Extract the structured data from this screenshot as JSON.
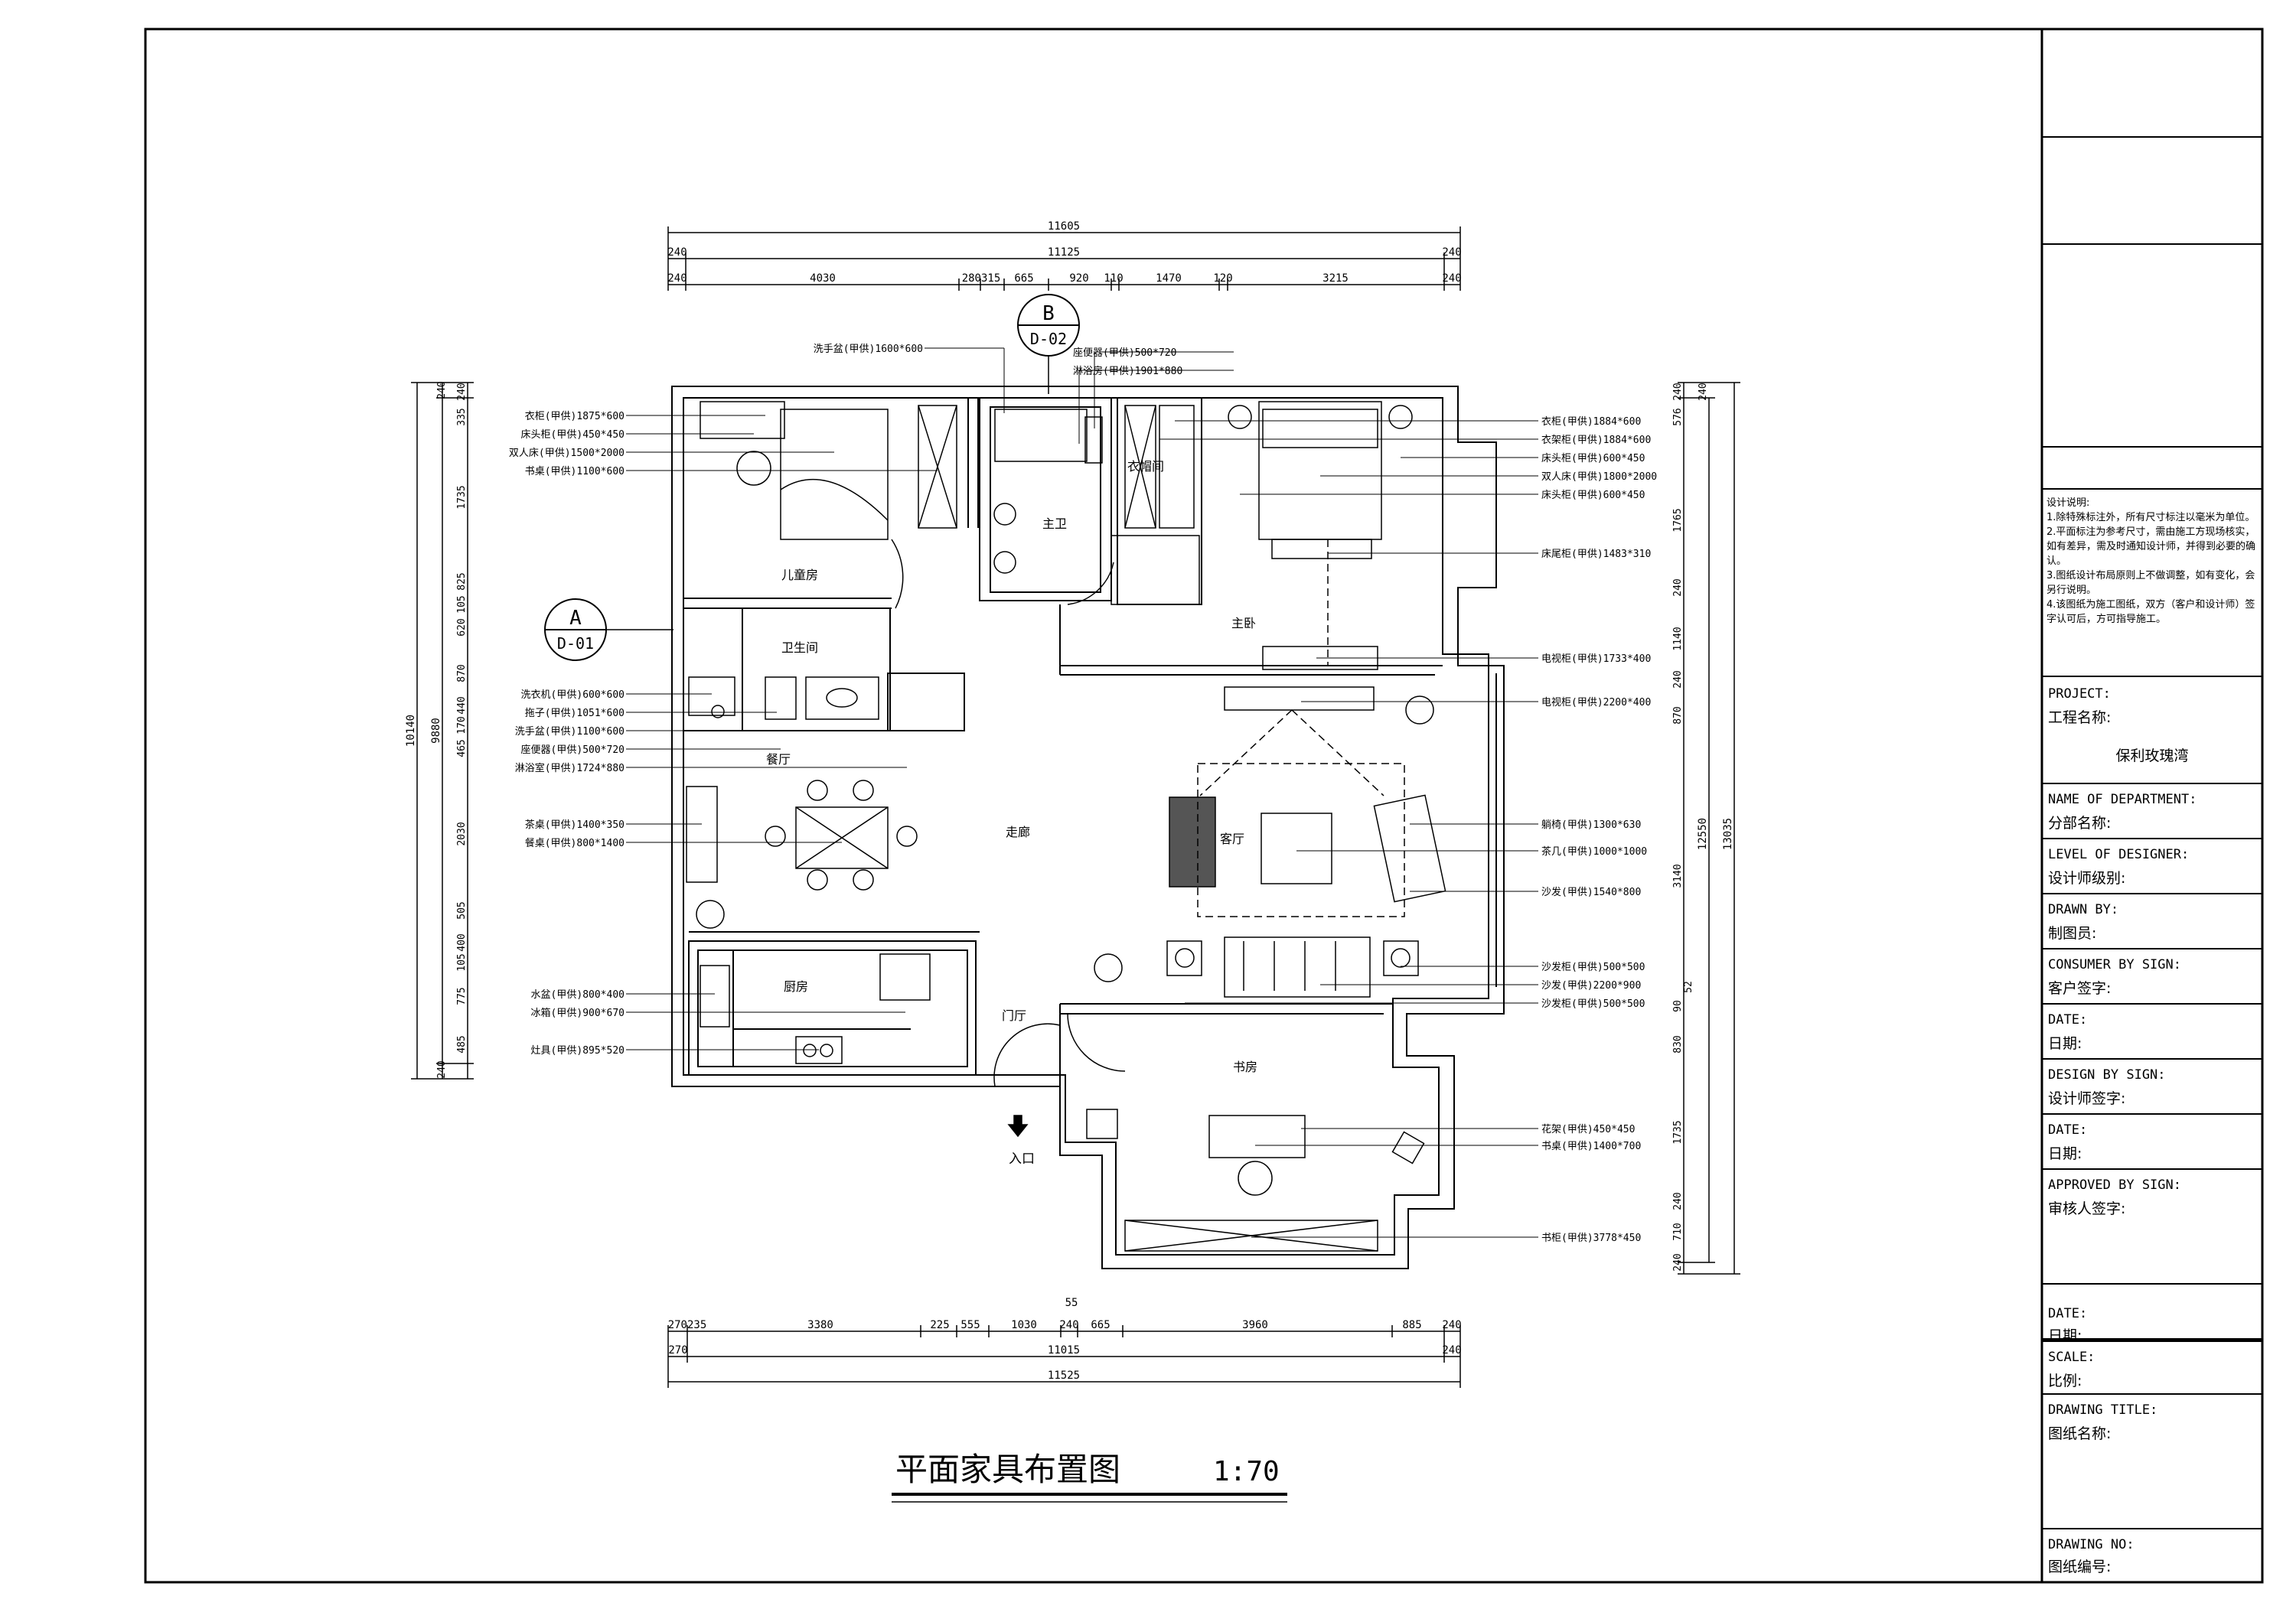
{
  "drawing": {
    "title": "平面家具布置图",
    "scale": "1:70"
  },
  "callouts": {
    "b": {
      "letter": "B",
      "code": "D-02"
    },
    "a": {
      "letter": "A",
      "code": "D-01"
    }
  },
  "dims_top": {
    "overall": "11605",
    "inner_left": "240",
    "inner_mid": "11125",
    "inner_right": "240",
    "segments": [
      "240",
      "4030",
      "280315",
      "665",
      "920",
      "110",
      "1470",
      "120",
      "3215",
      "240"
    ]
  },
  "dims_bottom": {
    "segments": [
      "270235",
      "3380",
      "225",
      "555",
      "1030",
      "240",
      "665",
      "3960",
      "885",
      "240"
    ],
    "small": "55",
    "inner_left": "270",
    "inner_mid": "11015",
    "inner_right": "240",
    "overall": "11525"
  },
  "dims_left": {
    "overall": "10140",
    "inner": "9880",
    "segments": [
      "240",
      "335",
      "240",
      "1735",
      "825",
      "105",
      "620",
      "870",
      "465",
      "170",
      "440",
      "2030",
      "505",
      "400",
      "105",
      "775",
      "485",
      "240"
    ]
  },
  "dims_right": {
    "overall": "13035",
    "inner": "12550",
    "segments": [
      "240",
      "576",
      "240",
      "1765",
      "240",
      "1140",
      "240",
      "870",
      "3140",
      "90",
      "830",
      "1735",
      "240",
      "710",
      "240"
    ],
    "small": "52"
  },
  "rooms": {
    "child_room": "儿童房",
    "master_bath": "主卫",
    "closet": "衣帽间",
    "master_bed": "主卧",
    "bathroom": "卫生间",
    "dining": "餐厅",
    "corridor": "走廊",
    "living": "客厅",
    "kitchen": "厨房",
    "foyer": "门厅",
    "study": "书房",
    "entrance": "入口"
  },
  "labels_left": [
    "衣柜(甲供)1875*600",
    "床头柜(甲供)450*450",
    "双人床(甲供)1500*2000",
    "书桌(甲供)1100*600",
    "洗衣机(甲供)600*600",
    "拖子(甲供)1051*600",
    "洗手盆(甲供)1100*600",
    "座便器(甲供)500*720",
    "淋浴室(甲供)1724*880",
    "茶桌(甲供)1400*350",
    "餐桌(甲供)800*1400",
    "水盆(甲供)800*400",
    "冰箱(甲供)900*670",
    "灶具(甲供)895*520"
  ],
  "labels_top": [
    "洗手盆(甲供)1600*600",
    "座便器(甲供)500*720",
    "淋浴房(甲供)1901*880"
  ],
  "labels_right": [
    "衣柜(甲供)1884*600",
    "衣架柜(甲供)1884*600",
    "床头柜(甲供)600*450",
    "双人床(甲供)1800*2000",
    "床头柜(甲供)600*450",
    "床尾柜(甲供)1483*310",
    "电视柜(甲供)1733*400",
    "电视柜(甲供)2200*400",
    "躺椅(甲供)1300*630",
    "茶几(甲供)1000*1000",
    "沙发(甲供)1540*800",
    "沙发柜(甲供)500*500",
    "沙发(甲供)2200*900",
    "沙发柜(甲供)500*500",
    "花架(甲供)450*450",
    "书桌(甲供)1400*700",
    "书柜(甲供)3778*450"
  ],
  "title_block": {
    "notes_title": "设计说明:",
    "notes": [
      "1.除特殊标注外，所有尺寸标注以毫米为单位。",
      "2.平面标注为参考尺寸，需由施工方现场核实，如有差异，需及时通知设计师，并得到必要的确认。",
      "3.图纸设计布局原则上不做调整，如有变化，会另行说明。",
      "4.该图纸为施工图纸，双方（客户和设计师）签字认可后，方可指导施工。"
    ],
    "project_en": "PROJECT:",
    "project_cn": "工程名称:",
    "project_value": "保利玫瑰湾",
    "dept_en": "NAME OF DEPARTMENT:",
    "dept_cn": "分部名称:",
    "level_en": "LEVEL OF DESIGNER:",
    "level_cn": "设计师级别:",
    "drawn_en": "DRAWN BY:",
    "drawn_cn": "制图员:",
    "consumer_en": "CONSUMER BY SIGN:",
    "consumer_cn": "客户签字:",
    "date1_en": "DATE:",
    "date1_cn": "日期:",
    "design_en": "DESIGN BY SIGN:",
    "design_cn": "设计师签字:",
    "date2_en": "DATE:",
    "date2_cn": "日期:",
    "approved_en": "APPROVED BY SIGN:",
    "approved_cn": "审核人签字:",
    "date3_en": "DATE:",
    "date3_cn": "日期:",
    "scale_en": "SCALE:",
    "scale_cn": "比例:",
    "dtitle_en": "DRAWING TITLE:",
    "dtitle_cn": "图纸名称:",
    "dno_en": "DRAWING NO:",
    "dno_cn": "图纸编号:"
  }
}
